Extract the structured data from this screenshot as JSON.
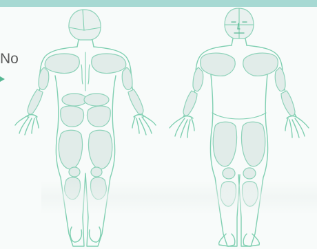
{
  "side_text": "No",
  "colors": {
    "outline": "#7fcfb1",
    "zone_fill": "#e1ece9",
    "accent": "#58b894",
    "top_band": "#a7d9d3"
  },
  "figures": [
    {
      "view": "back"
    },
    {
      "view": "front"
    }
  ]
}
